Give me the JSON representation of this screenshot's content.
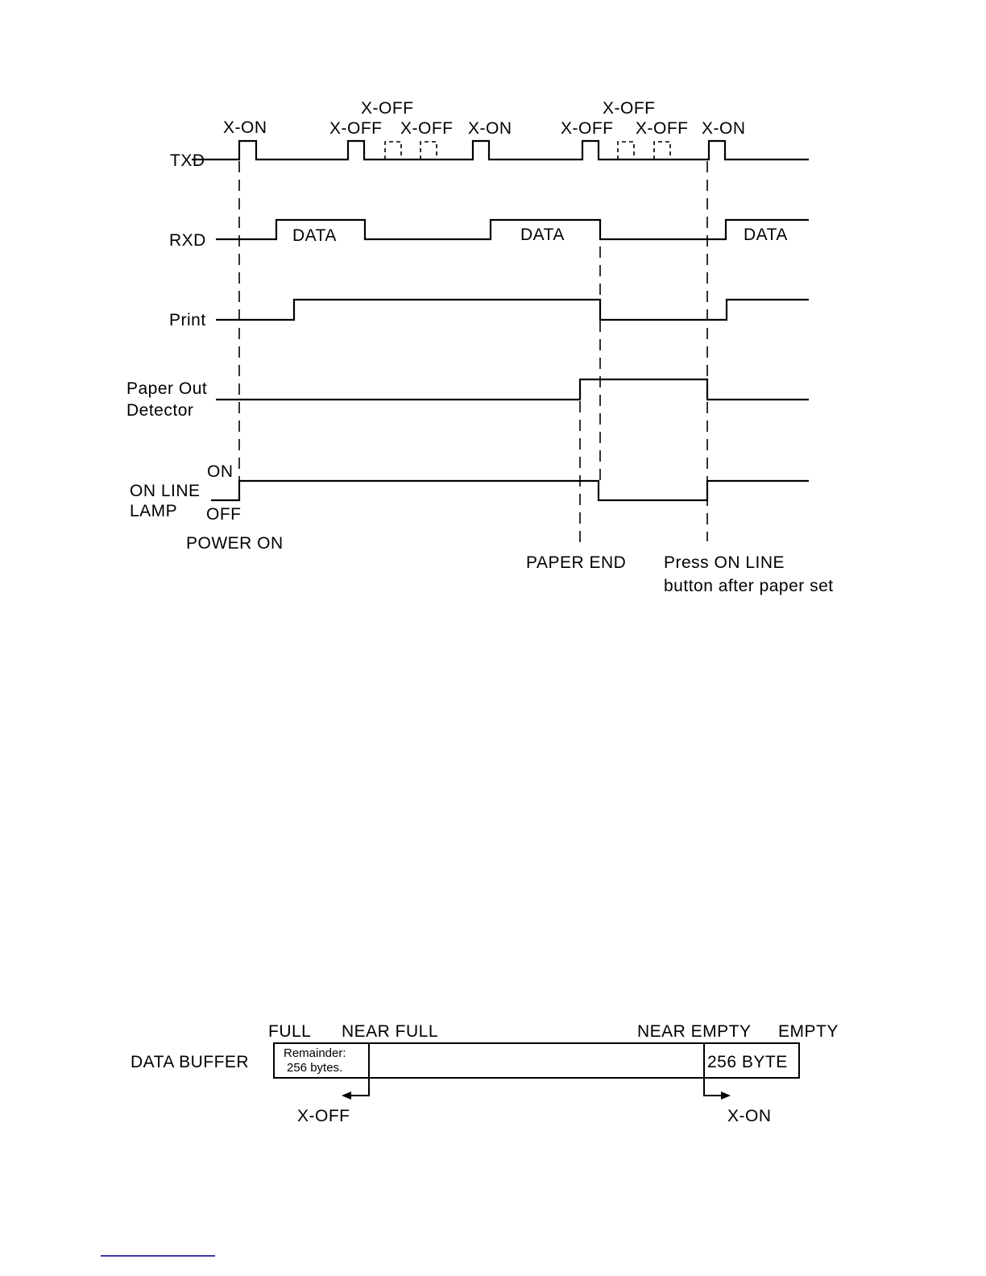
{
  "timing_diagram": {
    "signals": {
      "txd": "TXD",
      "rxd": "RXD",
      "print": "Print",
      "paper_out_line1": "Paper Out",
      "paper_out_line2": "Detector",
      "lamp_line1": "ON LINE",
      "lamp_line2": "LAMP",
      "lamp_on": "ON",
      "lamp_off": "OFF"
    },
    "txd_markers": {
      "xon_1": "X-ON",
      "xoff_group1_top": "X-OFF",
      "xoff_1a": "X-OFF",
      "xoff_1b": "X-OFF",
      "xon_2": "X-ON",
      "xoff_group2_top": "X-OFF",
      "xoff_2a": "X-OFF",
      "xoff_2b": "X-OFF",
      "xon_3": "X-ON"
    },
    "rxd_data": [
      "DATA",
      "DATA",
      "DATA"
    ],
    "events": {
      "power_on": "POWER ON",
      "paper_end": "PAPER END",
      "press_line1": "Press ON LINE",
      "press_line2": "button after paper set"
    }
  },
  "buffer_diagram": {
    "label": "DATA BUFFER",
    "full": "FULL",
    "near_full": "NEAR FULL",
    "near_empty": "NEAR EMPTY",
    "empty": "EMPTY",
    "remainder_line1": "Remainder:",
    "remainder_line2": "256 bytes.",
    "byte_block": "256 BYTE",
    "xoff": "X-OFF",
    "xon": "X-ON"
  }
}
